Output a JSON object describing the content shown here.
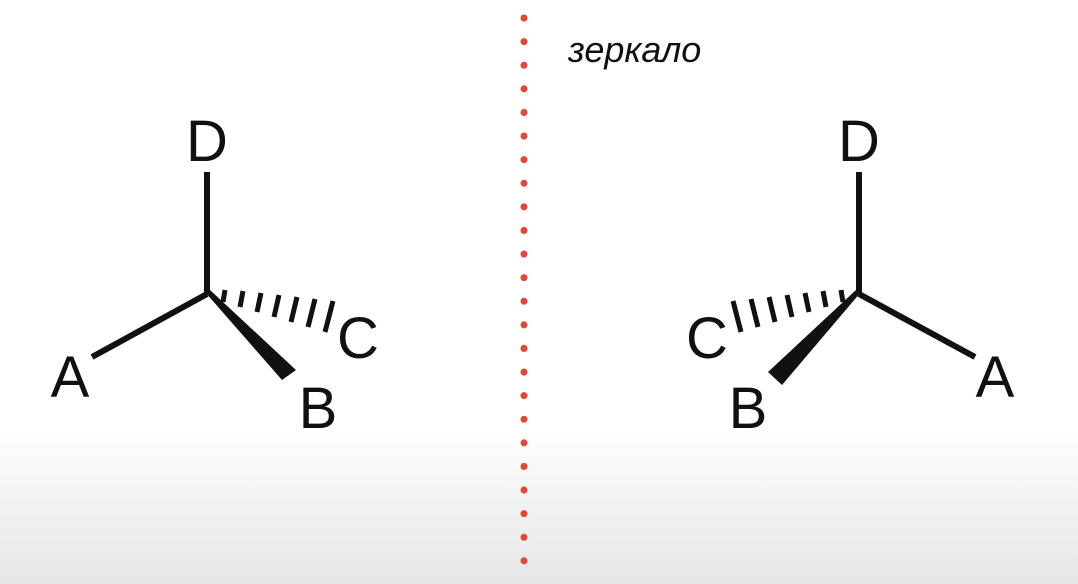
{
  "mirror": {
    "label": "зеркало",
    "line_color": "#e0483b",
    "line_style": "dotted"
  },
  "molecule_left": {
    "labels": {
      "a": "A",
      "b": "B",
      "c": "C",
      "d": "D"
    },
    "bonds": {
      "a": "plain",
      "b": "wedge",
      "c": "hashed-wedge",
      "d": "plain"
    }
  },
  "molecule_right": {
    "labels": {
      "a": "A",
      "b": "B",
      "c": "C",
      "d": "D"
    },
    "bonds": {
      "a": "plain",
      "b": "wedge",
      "c": "hashed-wedge",
      "d": "plain"
    }
  },
  "colors": {
    "ink": "#111111",
    "background": "#ffffff"
  }
}
